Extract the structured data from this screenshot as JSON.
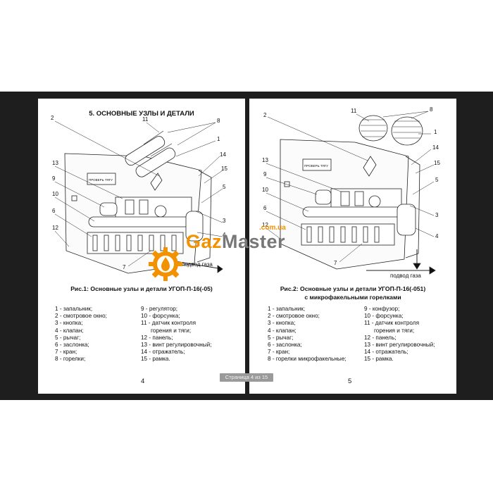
{
  "left_page": {
    "section_title": "5. ОСНОВНЫЕ УЗЛЫ И ДЕТАЛИ",
    "caption_line1": "Рис.1:   Основные узлы и детали  УГОП-П-16(-05)",
    "legend_col1": [
      "1 - запальник;",
      "2 - смотровое окно;",
      "3 - кнопка;",
      "4 - клапан;",
      "5 - рычаг;",
      "6 - заслонка;",
      "7 - кран;",
      "8 - горелки;"
    ],
    "legend_col2": [
      "9 - регулятор;",
      "10 - форсунка;",
      "11 - датчик контроля",
      "горения и тяги;",
      "12 - панель;",
      "13 - винт регулировочный;",
      "14 - отражатель;",
      "15 - рамка."
    ],
    "figure_labels": [
      "1",
      "2",
      "3",
      "4",
      "5",
      "6",
      "7",
      "8",
      "9",
      "10",
      "11",
      "12",
      "13",
      "14",
      "15"
    ],
    "gas_label": "подвод  газа",
    "plate_text": "ПРОВЕРЬ ТЯГУ",
    "page_number": "4"
  },
  "right_page": {
    "caption_line1": "Рис.2:   Основные узлы и детали УГОП-П-16(-051)",
    "caption_line2": "с микрофакельными горелками",
    "legend_col1": [
      "1 - запальник;",
      "2 - смотровое окно;",
      "3 - кнопка;",
      "4 - клапан;",
      "5 - рычаг;",
      "6 - заслонка;",
      "7 - кран;",
      "8 - горелки микрофакельные;"
    ],
    "legend_col2": [
      "9 - конфузор;",
      "10 - форсунка;",
      "11 - датчик контроля",
      "горения и тяги;",
      "12 - панель;",
      "13 - винт регулировочный;",
      "14 - отражатель;",
      "15 - рамка."
    ],
    "figure_labels": [
      "1",
      "2",
      "3",
      "4",
      "5",
      "6",
      "7",
      "8",
      "9",
      "10",
      "11",
      "12",
      "13",
      "14",
      "15"
    ],
    "gas_label": "подвод газа",
    "plate_text": "ПРОВЕРЬ ТЯГУ",
    "page_number": "5"
  },
  "page_indicator": "Страница 4 из 15",
  "watermark": {
    "brand_part1": "Gaz",
    "brand_part2": "Master",
    "domain": ".com.ua",
    "color": "#f39200"
  }
}
